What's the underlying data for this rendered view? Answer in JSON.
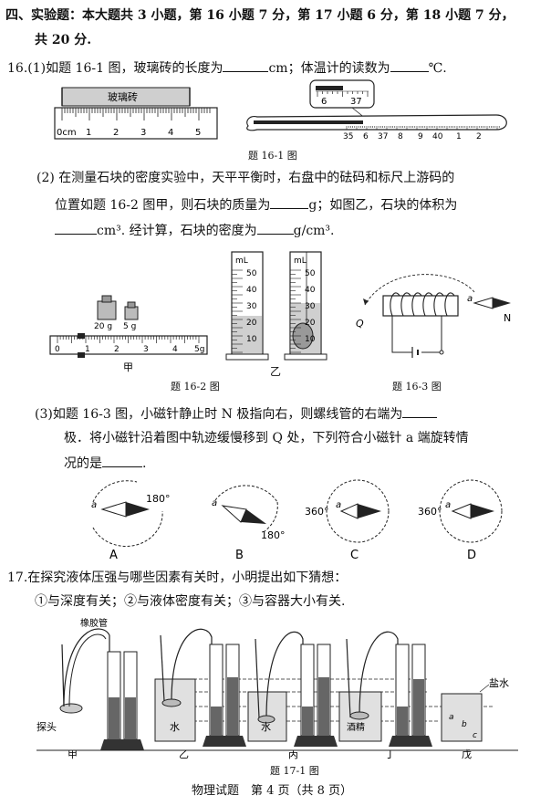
{
  "section": {
    "header_line1": "四、实验题：本大题共 3 小题，第 16 小题 7 分，第 17 小题 6 分，第 18 小题 7 分，",
    "header_line2": "共 20 分."
  },
  "q16": {
    "number": "16.",
    "p1_a": "(1)如题 16-1 图，玻璃砖的长度为",
    "p1_b": "cm；体温计的读数为",
    "p1_c": "℃.",
    "fig1_caption": "题 16-1 图",
    "brick_label": "玻璃砖",
    "ruler_unit": "0cm",
    "ruler_numbers": [
      "1",
      "2",
      "3",
      "4",
      "5"
    ],
    "thermo_zoom": [
      "6",
      "37"
    ],
    "thermo_scale": [
      "35",
      "6",
      "37",
      "8",
      "9",
      "40",
      "1",
      "2"
    ],
    "p2_line1": "(2) 在测量石块的密度实验中，天平平衡时，右盘中的砝码和标尺上游码的",
    "p2_line2a": "位置如题 16-2 图甲，则石块的质量为",
    "p2_line2b": "g；如图乙，石块的体积为",
    "p2_line3a": "cm³. 经计算，石块的密度为",
    "p2_line3b": "g/cm³.",
    "weights": [
      "20 g",
      "5 g"
    ],
    "balance_scale": [
      "0",
      "1",
      "2",
      "3",
      "4",
      "5g"
    ],
    "label_jia": "甲",
    "label_yi": "乙",
    "cylinder_unit": "mL",
    "cylinder_scale": [
      "50",
      "40",
      "30",
      "20",
      "10"
    ],
    "fig2_caption": "题 16-2 图",
    "fig3_caption": "题 16-3 图",
    "fig3_Q": "Q",
    "fig3_a": "a",
    "fig3_N": "N",
    "p3_line1a": "(3)如题 16-3 图，小磁针静止时 N 极指向右，则螺线管的右端为",
    "p3_line2": "极．将小磁针沿着图中轨迹缓慢移到 Q 处，下列符合小磁针 a 端旋转情",
    "p3_line3a": "况的是",
    "p3_line3b": ".",
    "options": [
      {
        "letter": "A",
        "angle": "180°",
        "a": "a"
      },
      {
        "letter": "B",
        "angle": "180°",
        "a": "a"
      },
      {
        "letter": "C",
        "angle": "360°",
        "a": "a"
      },
      {
        "letter": "D",
        "angle": "360°",
        "a": "a"
      }
    ]
  },
  "q17": {
    "number": "17.",
    "line1": "在探究液体压强与哪些因素有关时，小明提出如下猜想：",
    "line2": "①与深度有关；②与液体密度有关；③与容器大小有关.",
    "rubber_tube": "橡胶管",
    "probe": "探头",
    "liquids": [
      "水",
      "水",
      "酒精"
    ],
    "salt_water": "盐水",
    "points": [
      "a",
      "b",
      "c"
    ],
    "labels": [
      "甲",
      "乙",
      "丙",
      "丁",
      "戊"
    ],
    "caption": "题 17-1 图"
  },
  "footer": "物理试题　第 4 页（共 8 页）"
}
